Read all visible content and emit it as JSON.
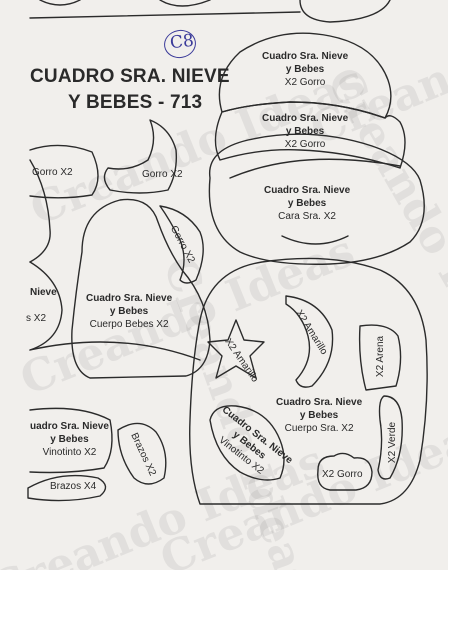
{
  "page_title_line1": "CUADRO SRA. NIEVE",
  "page_title_line2": "Y BEBES - 713",
  "handwritten_mark": "C8",
  "watermark": "Creando Ideas",
  "labels": {
    "gorro_hat_top": {
      "l1": "Cuadro Sra. Nieve",
      "l2": "y Bebes",
      "l3": "X2 Gorro"
    },
    "gorro_hat_brim": {
      "l1": "Cuadro Sra. Nieve",
      "l2": "y Bebes",
      "l3": "X2 Gorro"
    },
    "cara": {
      "l1": "Cuadro Sra. Nieve",
      "l2": "y Bebes",
      "l3": "Cara Sra. X2"
    },
    "gorro_left": "Gorro X2",
    "gorro_center": "Gorro X2",
    "gorro_rotated": "Gorro X2",
    "nieve_left": "Nieve",
    "x2_left": "s X2",
    "cuerpo_bebes": {
      "l1": "Cuadro Sra. Nieve",
      "l2": "y Bebes",
      "l3": "Cuerpo Bebes X2"
    },
    "star": "X2 Amarillo",
    "moon": "X2 Amarillo",
    "arena": "X2 Arena",
    "cuerpo_sra": {
      "l1": "Cuadro Sra. Nieve",
      "l2": "y Bebes",
      "l3": "Cuerpo Sra. X2"
    },
    "verde": "X2 Verde",
    "gorro_small": "X2 Gorro",
    "vinotinto_left": {
      "l1": "uadro Sra. Nieve",
      "l2": "y Bebes",
      "l3": "Vinotinto X2"
    },
    "brazos_x4": "Brazos X4",
    "brazos_x2": "Brazos X2",
    "vinotinto_rot": {
      "l1": "Cuadro Sra. Nieve",
      "l2": "y Bebes",
      "l3": "Vinotinto X2"
    }
  }
}
